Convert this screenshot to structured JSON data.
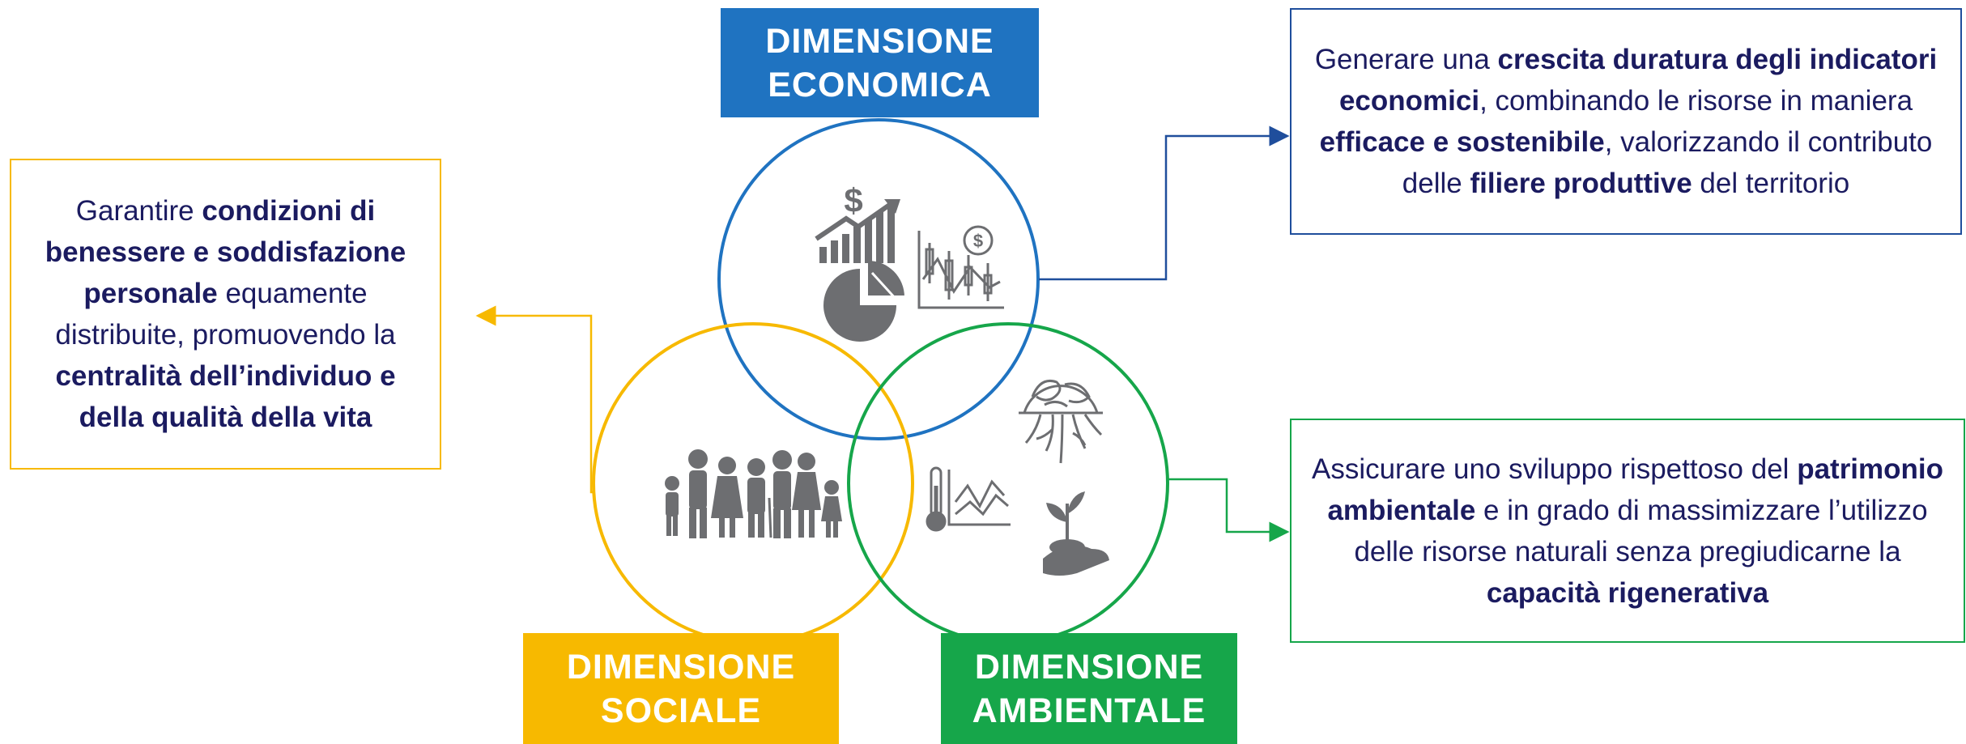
{
  "colors": {
    "economic": "#1f73c1",
    "social": "#f7b900",
    "environmental": "#16a64a",
    "text": "#1b1b60",
    "icon": "#6d6e71"
  },
  "labels": {
    "economic": [
      "DIMENSIONE",
      "ECONOMICA"
    ],
    "social": [
      "DIMENSIONE",
      "SOCIALE"
    ],
    "environmental": [
      "DIMENSIONE",
      "AMBIENTALE"
    ]
  },
  "descriptions": {
    "economic": {
      "p1": "Generare una ",
      "b1": "crescita duratura degli indicatori economici",
      "p2": ", combinando le risorse in maniera ",
      "b2": "efficace e sostenibile",
      "p3": ", valorizzando il contributo delle ",
      "b3": "filiere produttive",
      "p4": " del territorio"
    },
    "social": {
      "p1": "Garantire ",
      "b1": "condizioni di benessere e soddisfazione personale",
      "p2": " equamente distribuite, promuovendo la ",
      "b2": "centralità dell’individuo e della qualità della vita"
    },
    "environmental": {
      "p1": "Assicurare uno sviluppo rispettoso del ",
      "b1": "patrimonio ambientale",
      "p2": " e in grado di massimizzare l’utilizzo delle risorse naturali senza pregiudicarne la ",
      "b2": "capacità rigenerativa"
    }
  },
  "icons": {
    "economic": [
      "dollar-growth-bar-icon",
      "pie-chart-icon",
      "candlestick-dollar-icon"
    ],
    "social": [
      "family-group-icon"
    ],
    "environmental": [
      "globe-roots-icon",
      "thermometer-chart-icon",
      "hand-sprout-icon"
    ]
  }
}
